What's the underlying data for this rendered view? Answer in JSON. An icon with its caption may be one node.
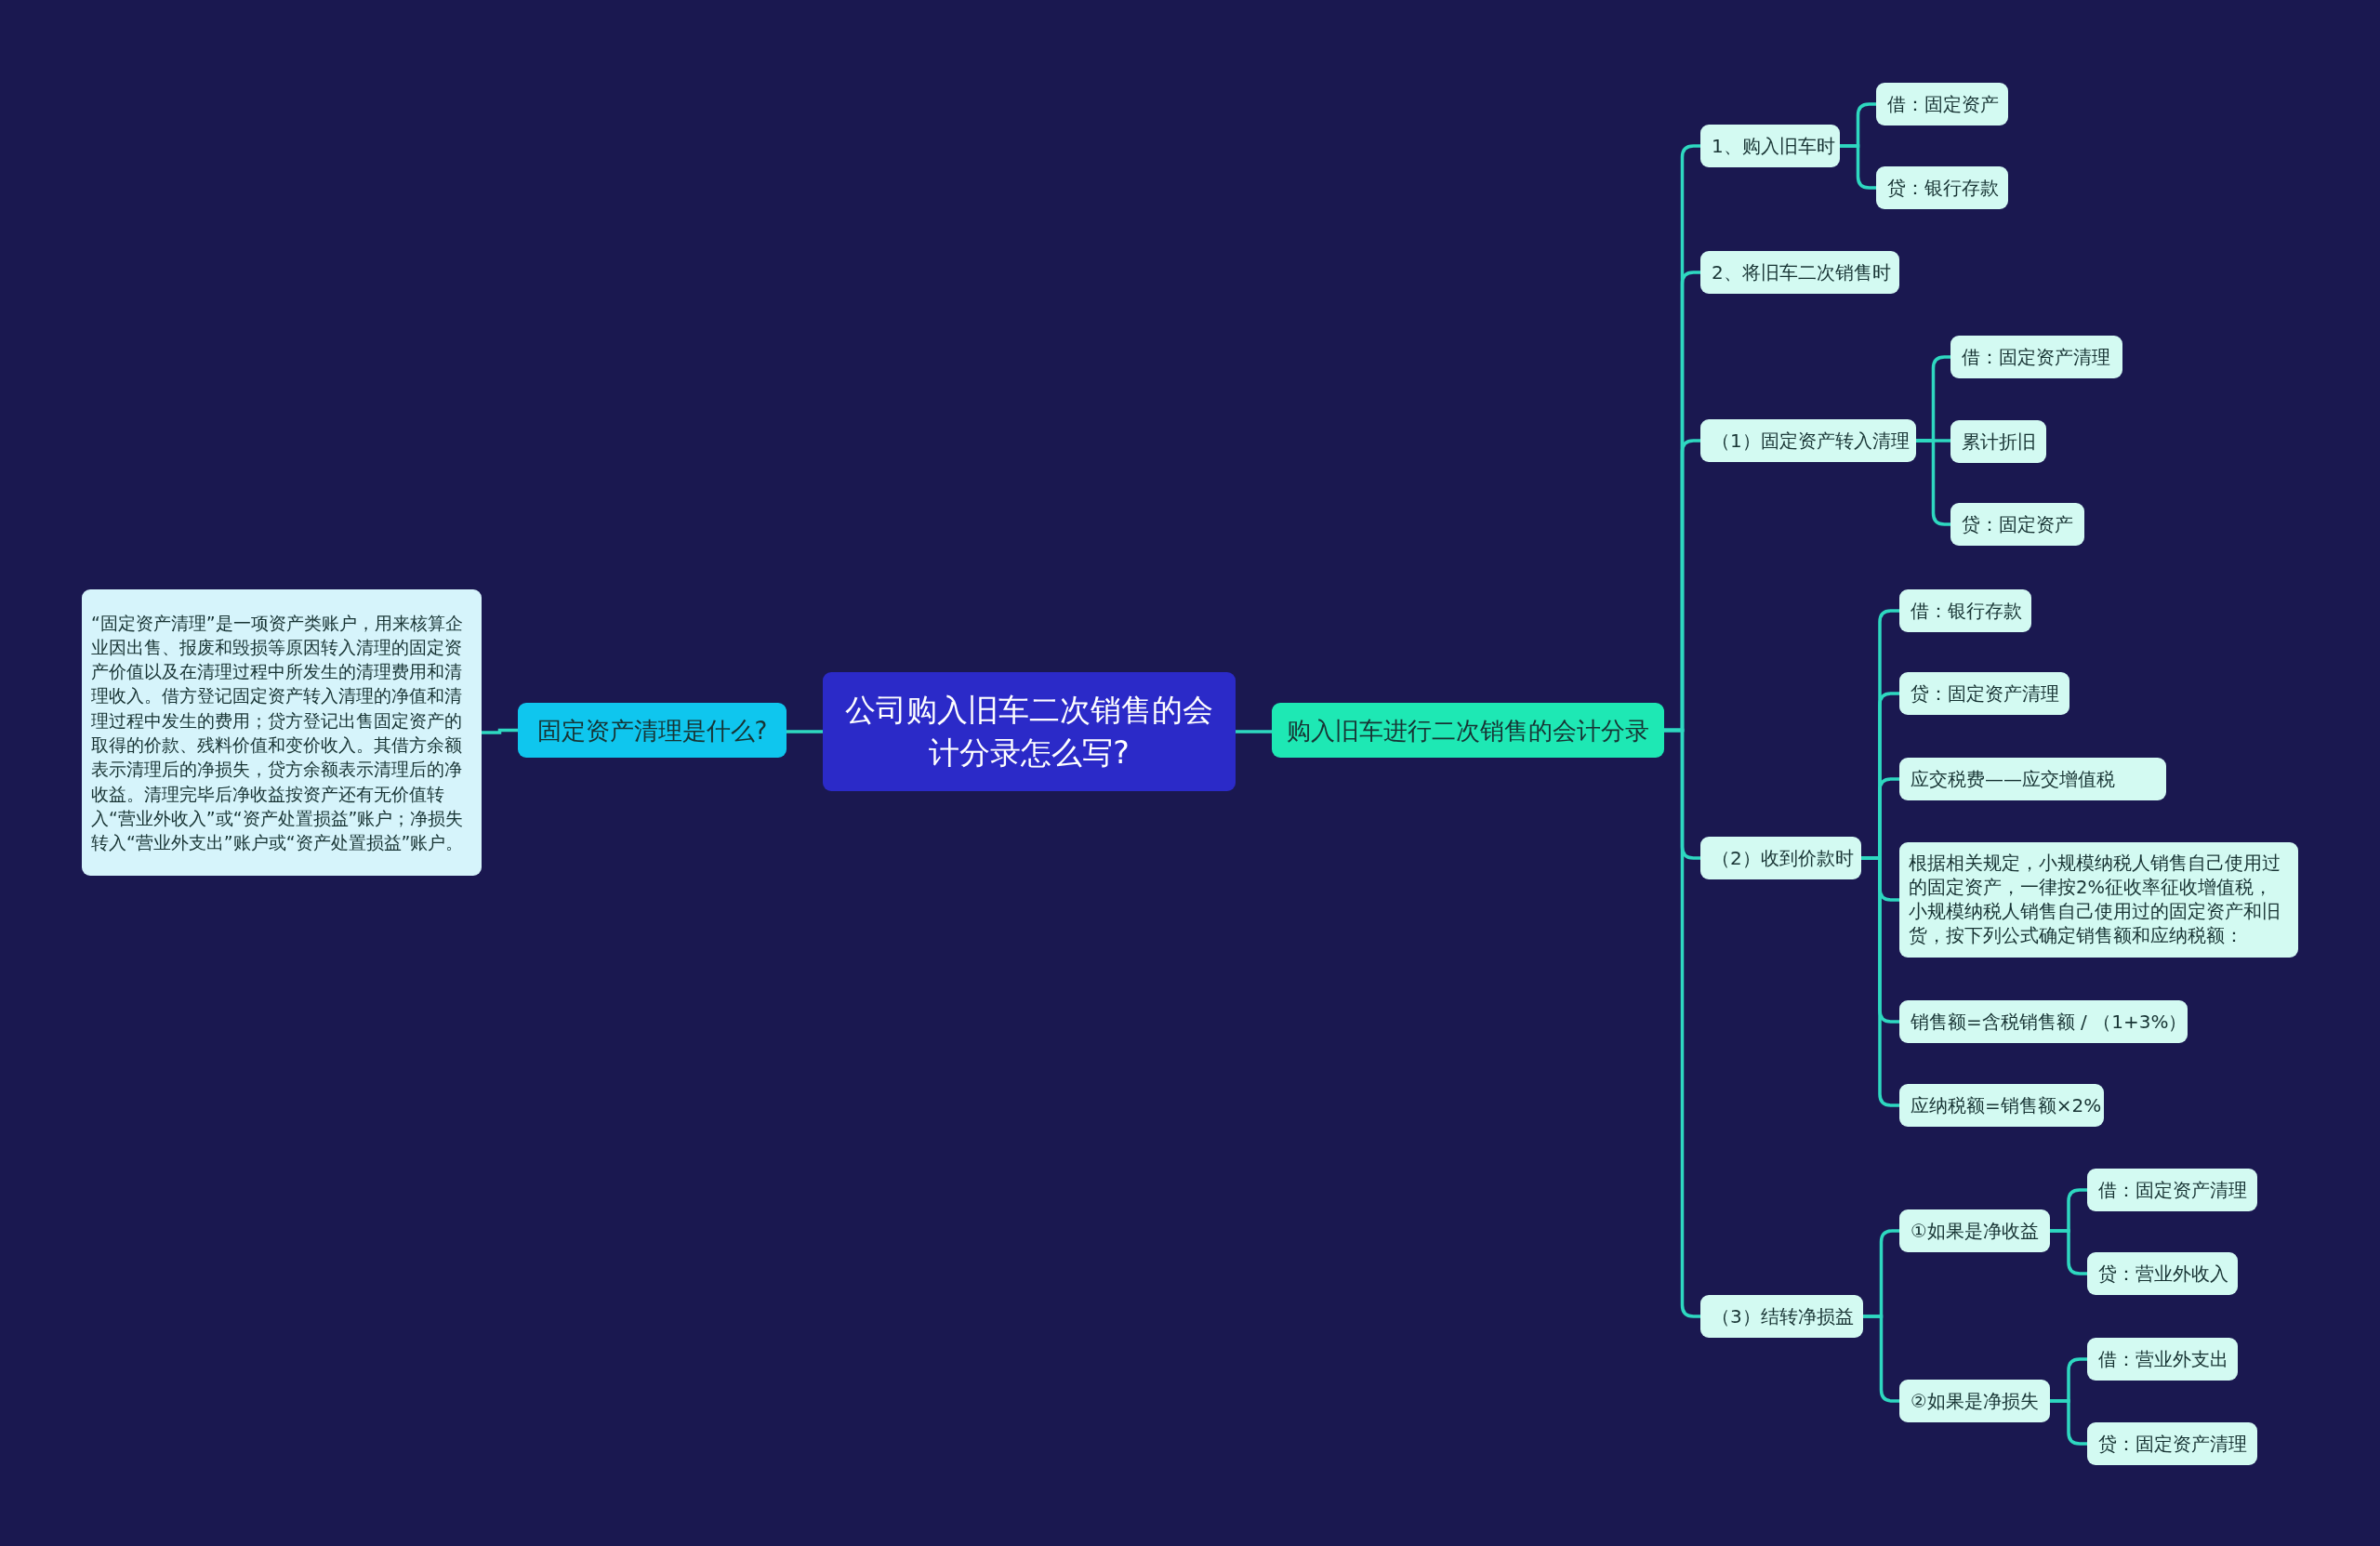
{
  "diagram": {
    "nodes": [
      {
        "text": [
          "公司购入旧车二次销售的会计分录怎么写?"
        ]
      },
      {
        "text": [
          "固定资产清理是什么?"
        ]
      },
      {
        "text": [
          "“固定资产清理”是一项资产类账户，用来核算企业因出售、报废和毁损等原因转入清理的固定资产价值以及在清理过程中所发生的清理费用和清理收入。借方登记固定资产转入清理的净值和清理过程中发生的费用；贷方登记出售固定资产的取得的价款、残料价值和变价收入。其借方余额表示清理后的净损失，贷方余额表示清理后的净收益。清理完毕后净收益按资产还有无价值转入“营业外收入”或“资产处置损益”账户；净损失转入“营业外支出”账户或“资产处置损益”账户。"
        ]
      },
      {
        "text": [
          "购入旧车进行二次销售的会计分录"
        ]
      },
      {
        "text": [
          "1、购入旧车时"
        ]
      },
      {
        "text": [
          "借：固定资产"
        ]
      },
      {
        "text": [
          "贷：银行存款"
        ]
      },
      {
        "text": [
          "2、将旧车二次销售时"
        ]
      },
      {
        "text": [
          "（1）固定资产转入清理"
        ]
      },
      {
        "text": [
          "借：固定资产清理"
        ]
      },
      {
        "text": [
          "累计折旧"
        ]
      },
      {
        "text": [
          "贷：固定资产"
        ]
      },
      {
        "text": [
          "（2）收到价款时"
        ]
      },
      {
        "text": [
          "借：银行存款"
        ]
      },
      {
        "text": [
          "贷：固定资产清理"
        ]
      },
      {
        "text": [
          "应交税费——应交增值税"
        ]
      },
      {
        "text": [
          "根据相关规定，小规模纳税人销售自己使用过的固定资产，一律按2%征收率征收增值税，小规模纳税人销售自己使用过的固定资产和旧货，按下列公式确定销售额和应纳税额："
        ]
      },
      {
        "text": [
          "销售额=含税销售额 / （1+3%）"
        ]
      },
      {
        "text": [
          "应纳税额=销售额×2%"
        ]
      },
      {
        "text": [
          "（3）结转净损益"
        ]
      },
      {
        "text": [
          "①如果是净收益"
        ]
      },
      {
        "text": [
          "借：固定资产清理"
        ]
      },
      {
        "text": [
          "贷：营业外收入"
        ]
      },
      {
        "text": [
          "②如果是净损失"
        ]
      },
      {
        "text": [
          "借：营业外支出"
        ]
      },
      {
        "text": [
          "贷：固定资产清理"
        ]
      }
    ],
    "edges": [
      {
        "from": 0,
        "to": 1,
        "arrow": "none"
      },
      {
        "from": 1,
        "to": 2,
        "arrow": "none"
      },
      {
        "from": 0,
        "to": 3,
        "arrow": "none"
      },
      {
        "from": 3,
        "to": 4,
        "arrow": "none"
      },
      {
        "from": 3,
        "to": 7,
        "arrow": "none"
      },
      {
        "from": 3,
        "to": 8,
        "arrow": "none"
      },
      {
        "from": 3,
        "to": 12,
        "arrow": "none"
      },
      {
        "from": 3,
        "to": 19,
        "arrow": "none"
      },
      {
        "from": 4,
        "to": 5,
        "arrow": "none"
      },
      {
        "from": 4,
        "to": 6,
        "arrow": "none"
      },
      {
        "from": 8,
        "to": 9,
        "arrow": "none"
      },
      {
        "from": 8,
        "to": 10,
        "arrow": "none"
      },
      {
        "from": 8,
        "to": 11,
        "arrow": "none"
      },
      {
        "from": 12,
        "to": 13,
        "arrow": "none"
      },
      {
        "from": 12,
        "to": 14,
        "arrow": "none"
      },
      {
        "from": 12,
        "to": 15,
        "arrow": "none"
      },
      {
        "from": 12,
        "to": 16,
        "arrow": "none"
      },
      {
        "from": 12,
        "to": 17,
        "arrow": "none"
      },
      {
        "from": 12,
        "to": 18,
        "arrow": "none"
      },
      {
        "from": 19,
        "to": 20,
        "arrow": "none"
      },
      {
        "from": 19,
        "to": 23,
        "arrow": "none"
      },
      {
        "from": 20,
        "to": 21,
        "arrow": "none"
      },
      {
        "from": 20,
        "to": 22,
        "arrow": "none"
      },
      {
        "from": 23,
        "to": 24,
        "arrow": "none"
      },
      {
        "from": 23,
        "to": 25,
        "arrow": "none"
      }
    ]
  }
}
